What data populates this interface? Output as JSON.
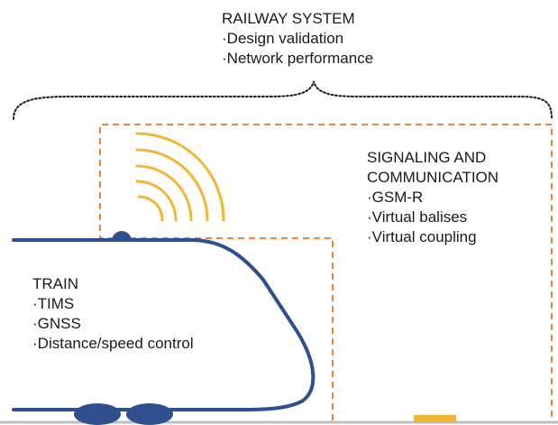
{
  "railway_system": {
    "title": "RAILWAY SYSTEM",
    "items": [
      "·Design validation",
      "·Network performance"
    ]
  },
  "signaling": {
    "title_line1": "SIGNALING AND",
    "title_line2": "COMMUNICATION",
    "items": [
      "·GSM-R",
      "·Virtual balises",
      "·Virtual coupling"
    ]
  },
  "train": {
    "title": "TRAIN",
    "items": [
      "·TIMS",
      "·GNSS",
      "·Distance/speed control"
    ]
  },
  "colors": {
    "train_body": "#2f4f8f",
    "dashed_border": "#e8843c",
    "signal_waves": "#f2b632",
    "brace": "#1a1a1a",
    "ground": "#bdbdbd",
    "balise": "#f2b632"
  },
  "icons": {
    "antenna": "antenna-icon",
    "wheels": "wheel-icon",
    "balise": "balise-icon"
  }
}
